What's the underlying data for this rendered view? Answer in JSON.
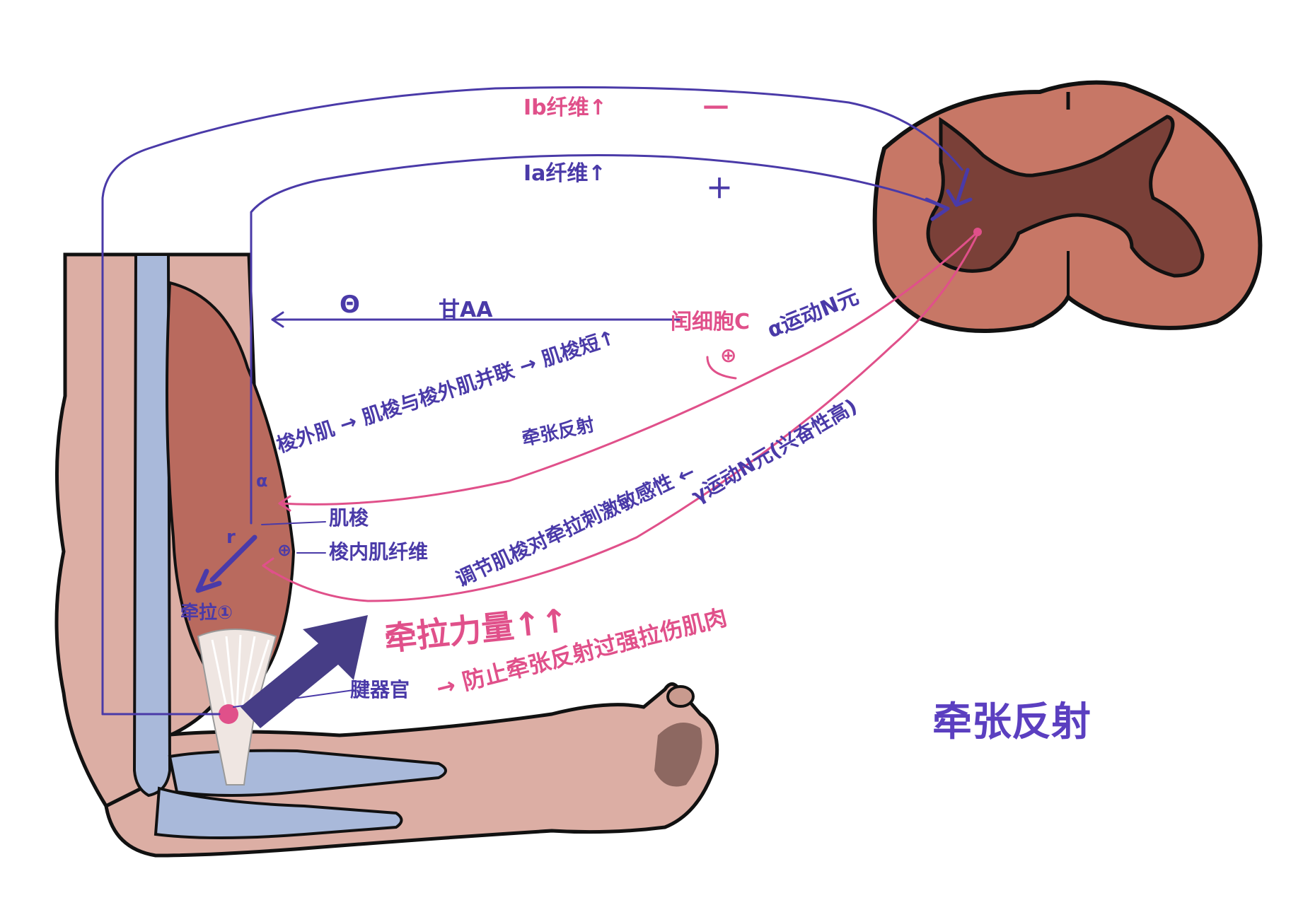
{
  "diagram": {
    "title": "牵张反射",
    "colors": {
      "skin": "#dcaea4",
      "skin_dark": "#d4a093",
      "bone": "#a9b9da",
      "muscle": "#b96a5e",
      "cord_white": "#c77766",
      "cord_gray": "#7a4038",
      "pathway_blue": "#4a3aa8",
      "pathway_pink": "#e0508a",
      "tendon_arrow": "#463d86"
    },
    "labels": {
      "fiber_1b": "Ⅰb纤维↑",
      "fiber_1b_sign": "－",
      "fiber_1a": "Ⅰa纤维↑",
      "fiber_1a_sign": "＋",
      "theta": "Θ",
      "gaba": "甘AA",
      "interneuron": "闰细胞C",
      "plus_circle": "⊕",
      "alpha_motor": "α运动N元",
      "extrafusal_chain": "梭外肌 → 肌梭与梭外肌并联 → 肌梭短↑",
      "stretch_reflex_small": "牵张反射",
      "alpha": "α",
      "muscle_spindle": "肌梭",
      "gamma": "r",
      "plus_small": "⊕",
      "intrafusal": "梭内肌纤维",
      "gamma_motor": "γ运动N元(兴奋性高)",
      "regulation": "调节肌梭对牵拉刺激敏感性 ←",
      "pull": "牵拉①",
      "pull_force": "牵拉力量↑↑",
      "tendon_organ": "腱器官",
      "prevent": "→ 防止牵张反射过强拉伤肌肉"
    }
  }
}
